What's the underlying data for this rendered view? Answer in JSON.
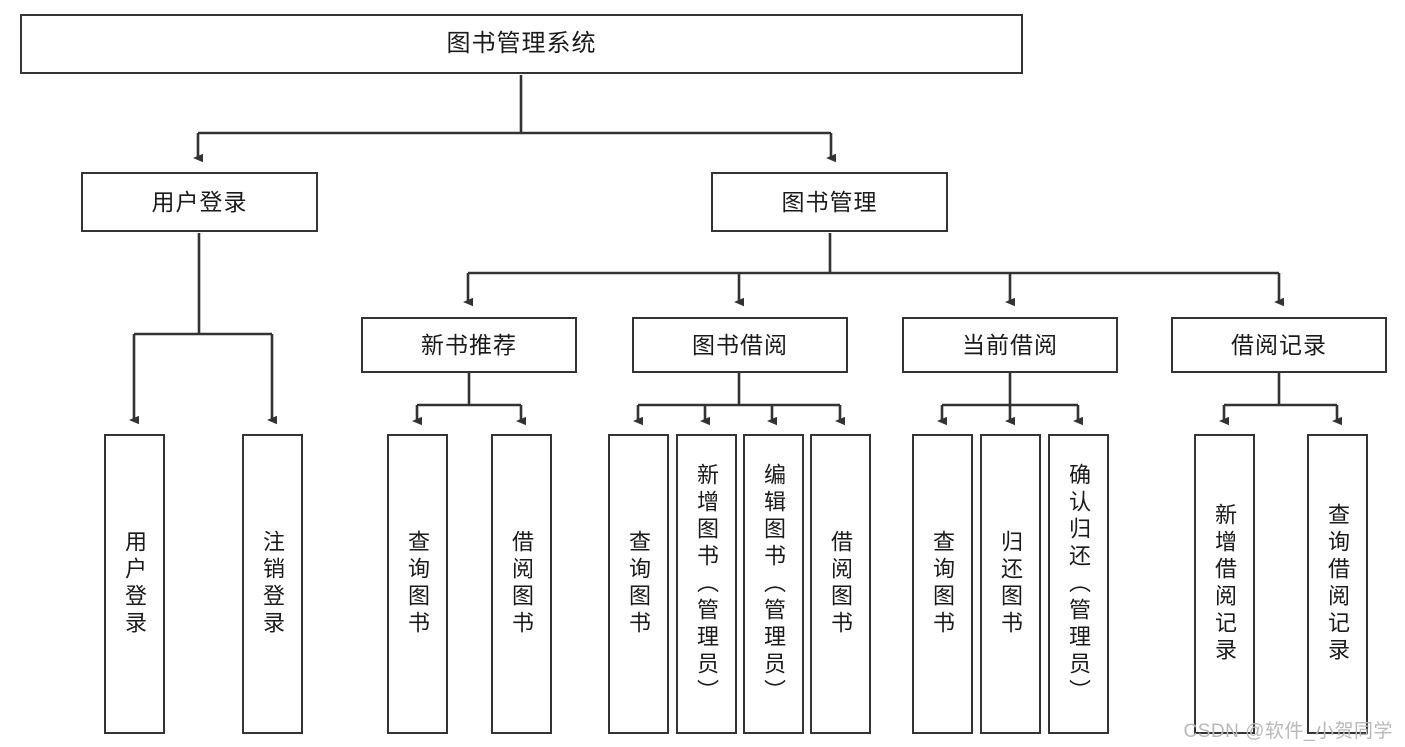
{
  "diagram": {
    "title": "图书管理系统",
    "type": "tree-hierarchy",
    "watermark": "CSDN @软件_小贺同学",
    "colors": {
      "node_border": "#333333",
      "node_fill": "#ffffff",
      "connector": "#333333",
      "text": "#1a1a1a",
      "watermark": "#b9b9b9"
    },
    "nodes": {
      "root": {
        "label": "图书管理系统"
      },
      "level1": [
        {
          "id": "user-login",
          "label": "用户登录"
        },
        {
          "id": "book-manage",
          "label": "图书管理"
        }
      ],
      "level2": [
        {
          "id": "new-book-recommend",
          "label": "新书推荐"
        },
        {
          "id": "book-borrow",
          "label": "图书借阅"
        },
        {
          "id": "current-borrow",
          "label": "当前借阅"
        },
        {
          "id": "borrow-record",
          "label": "借阅记录"
        }
      ],
      "leaves": {
        "user-login": [
          {
            "id": "leaf-user-login",
            "label": "用户登录"
          },
          {
            "id": "leaf-user-logout",
            "label": "注销登录"
          }
        ],
        "new-book-recommend": [
          {
            "id": "leaf-query-book-1",
            "label": "查询图书"
          },
          {
            "id": "leaf-borrow-book-1",
            "label": "借阅图书"
          }
        ],
        "book-borrow": [
          {
            "id": "leaf-query-book-2",
            "label": "查询图书"
          },
          {
            "id": "leaf-add-book",
            "label": "新增图书（管理员）"
          },
          {
            "id": "leaf-edit-book",
            "label": "编辑图书（管理员）"
          },
          {
            "id": "leaf-borrow-book-2",
            "label": "借阅图书"
          }
        ],
        "current-borrow": [
          {
            "id": "leaf-query-book-3",
            "label": "查询图书"
          },
          {
            "id": "leaf-return-book",
            "label": "归还图书"
          },
          {
            "id": "leaf-confirm-return",
            "label": "确认归还（管理员）"
          }
        ],
        "borrow-record": [
          {
            "id": "leaf-add-record",
            "label": "新增借阅记录"
          },
          {
            "id": "leaf-query-record",
            "label": "查询借阅记录"
          }
        ]
      }
    }
  }
}
